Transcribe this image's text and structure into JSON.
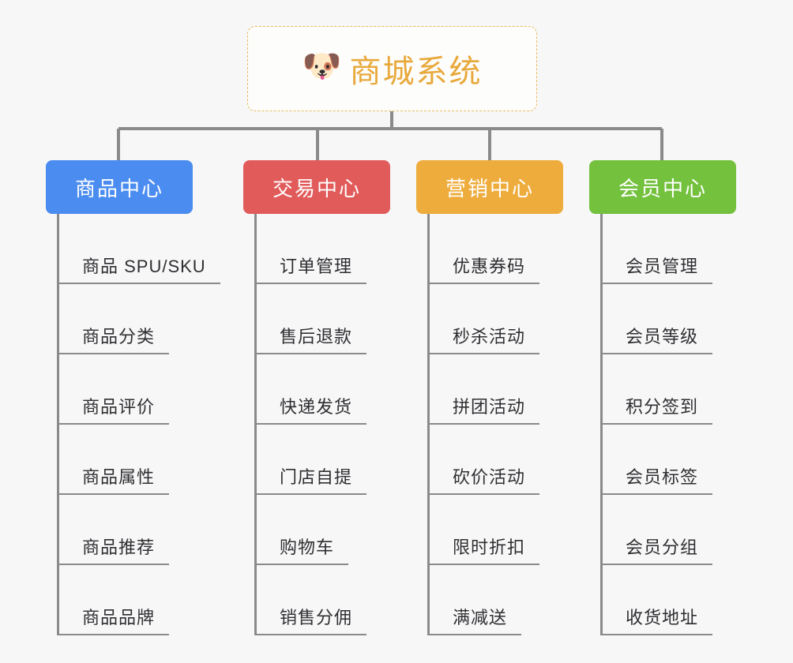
{
  "diagram": {
    "type": "org-tree",
    "background_color": "#f7f7f7",
    "connector_color": "#8a8a8a"
  },
  "root": {
    "icon": "shiba-dog-face-emoji",
    "icon_glyph": "🐶",
    "title": "商城系统",
    "title_color": "#e8a93c",
    "border_color": "#e9b85c",
    "border_style": "dashed"
  },
  "categories": [
    {
      "label": "商品中心",
      "color": "#4a8cf0",
      "items": [
        "商品 SPU/SKU",
        "商品分类",
        "商品评价",
        "商品属性",
        "商品推荐",
        "商品品牌"
      ]
    },
    {
      "label": "交易中心",
      "color": "#e25b5b",
      "items": [
        "订单管理",
        "售后退款",
        "快递发货",
        "门店自提",
        "购物车",
        "销售分佣"
      ]
    },
    {
      "label": "营销中心",
      "color": "#eeac3c",
      "items": [
        "优惠券码",
        "秒杀活动",
        "拼团活动",
        "砍价活动",
        "限时折扣",
        "满减送"
      ]
    },
    {
      "label": "会员中心",
      "color": "#74c13e",
      "items": [
        "会员管理",
        "会员等级",
        "积分签到",
        "会员标签",
        "会员分组",
        "收货地址"
      ]
    }
  ]
}
